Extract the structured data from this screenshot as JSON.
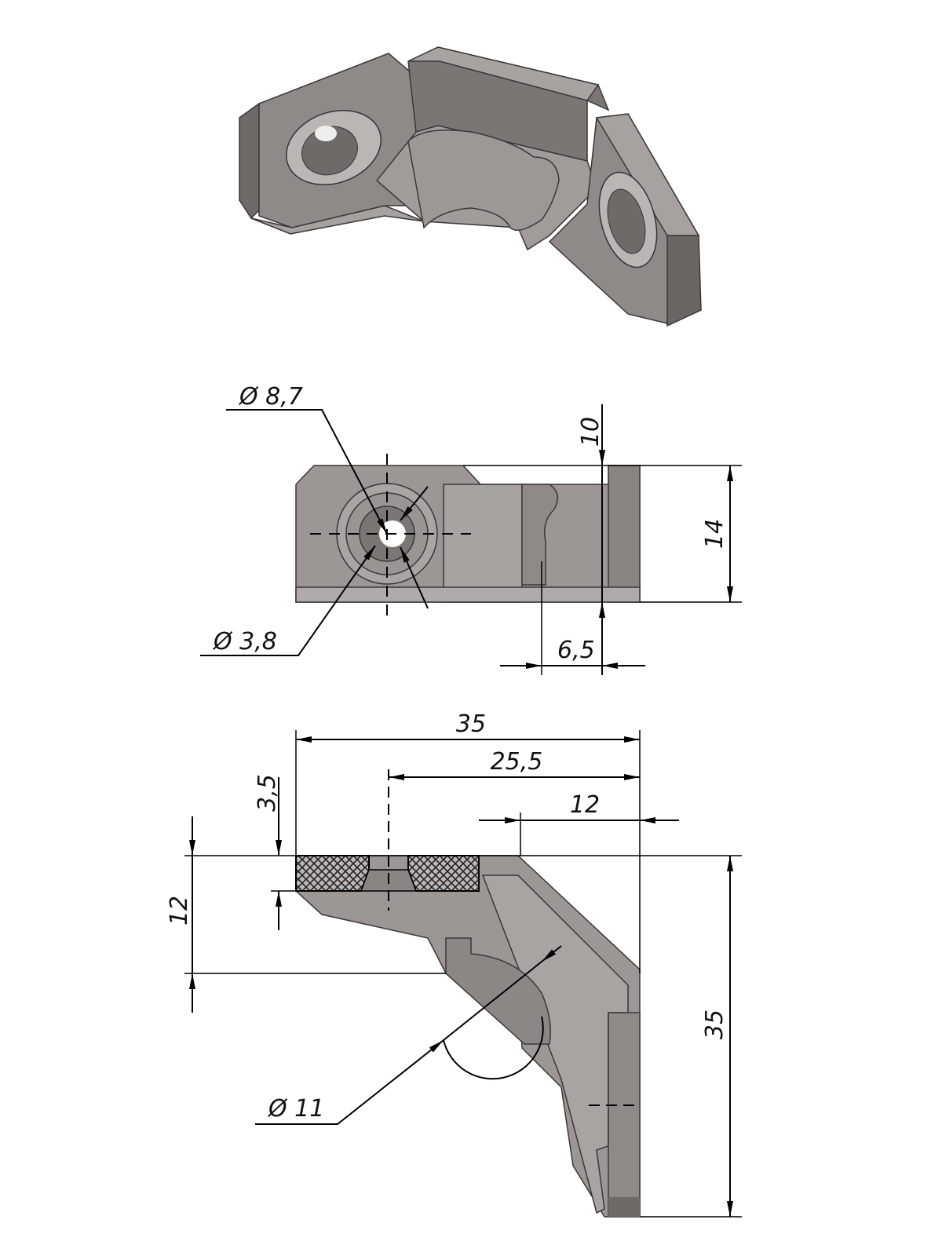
{
  "drawing": {
    "colors": {
      "part": "#9c9795",
      "part_dark": "#7b7674",
      "part_light": "#b3aeac",
      "line": "#000000"
    },
    "front_view": {
      "dia_countersink": "Ø 8,7",
      "dia_hole": "Ø 3,8",
      "dim_top_width": "10",
      "dim_height": "14",
      "dim_offset": "6,5"
    },
    "side_view": {
      "dim_overall_width": "35",
      "dim_hole_position": "25,5",
      "dim_top_offset": "12",
      "dim_plate_thickness": "3,5",
      "dim_left_height": "12",
      "dim_overall_height": "35",
      "dia_bore": "Ø 11"
    }
  }
}
